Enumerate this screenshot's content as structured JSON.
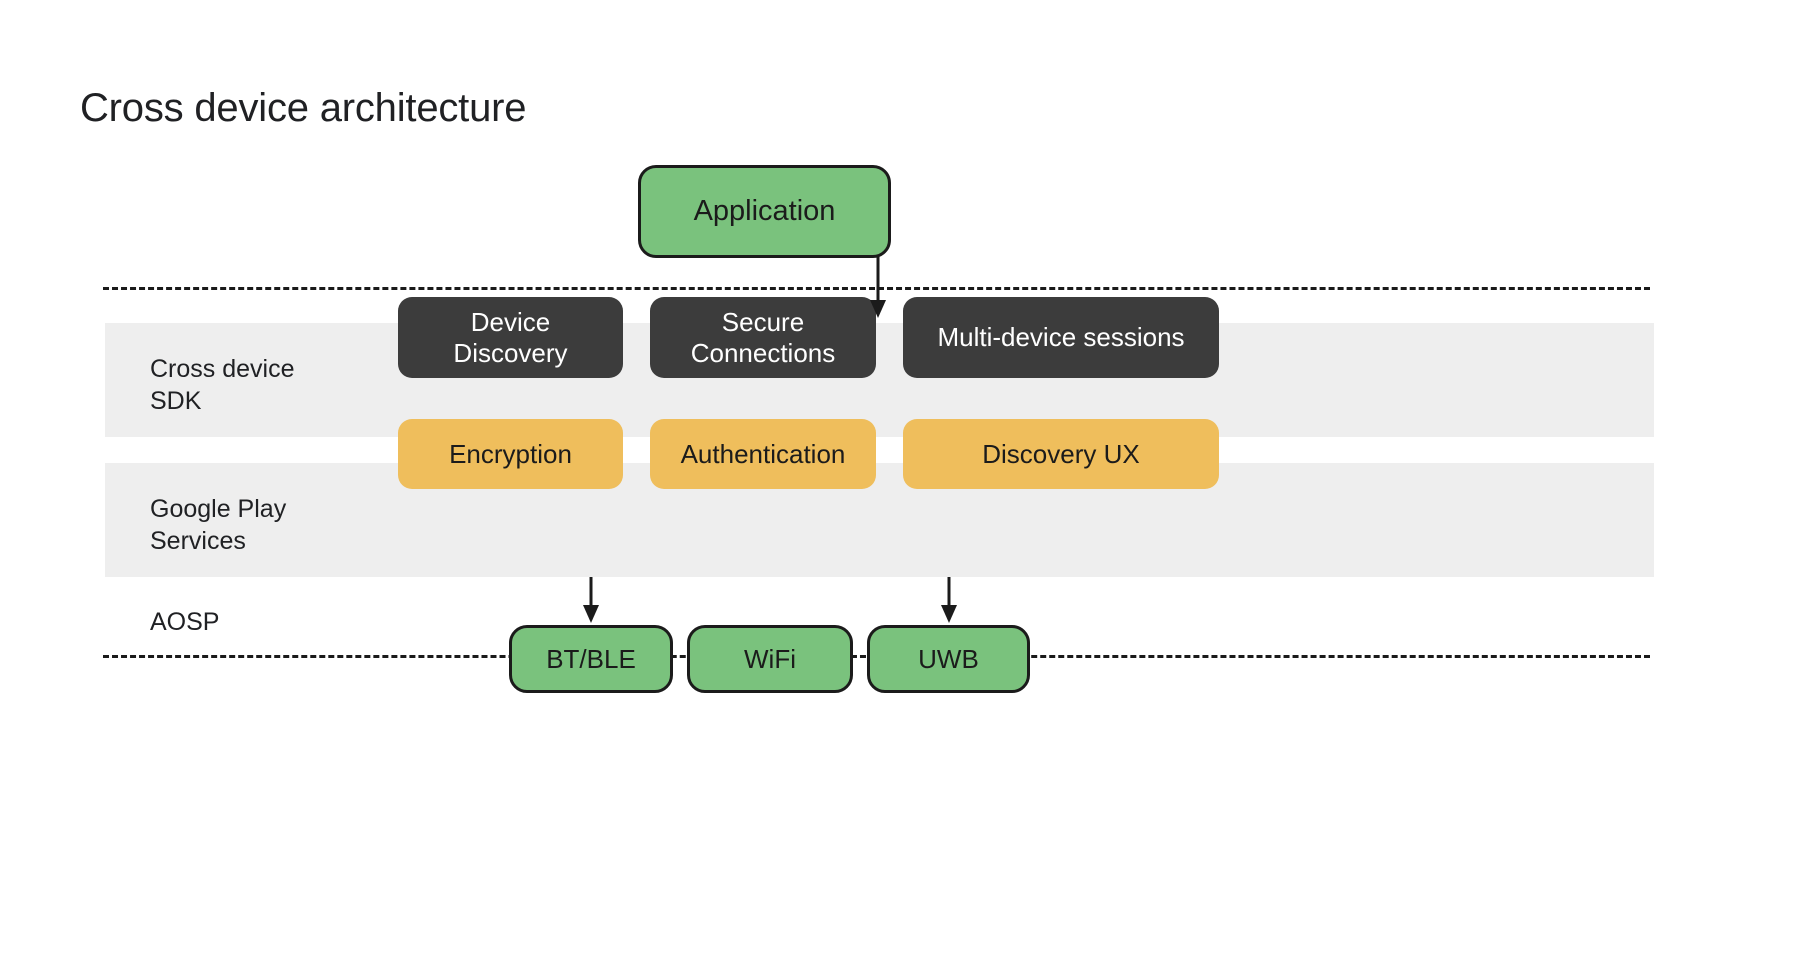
{
  "slide": {
    "title": "Cross device architecture",
    "background_color": "#ffffff"
  },
  "colors": {
    "green": "#7ac27d",
    "dark": "#3c3c3c",
    "amber": "#efbe5c",
    "band": "#eeeeee",
    "outline": "#1b1b1b",
    "text_dark": "#202124",
    "text_light": "#ffffff"
  },
  "top_node": {
    "label": "Application"
  },
  "layers": [
    {
      "name": "cross-device-sdk",
      "label": "Cross device\nSDK",
      "nodes": [
        {
          "name": "device-discovery",
          "label": "Device\nDiscovery"
        },
        {
          "name": "secure-connections",
          "label": "Secure\nConnections"
        },
        {
          "name": "multi-device-sessions",
          "label": "Multi-device sessions"
        }
      ]
    },
    {
      "name": "google-play-services",
      "label": "Google Play\nServices",
      "nodes": [
        {
          "name": "encryption",
          "label": "Encryption"
        },
        {
          "name": "authentication",
          "label": "Authentication"
        },
        {
          "name": "discovery-ux",
          "label": "Discovery UX"
        }
      ]
    },
    {
      "name": "aosp",
      "label": "AOSP",
      "nodes": []
    }
  ],
  "radio_nodes": [
    {
      "name": "bt-ble",
      "label": "BT/BLE"
    },
    {
      "name": "wifi",
      "label": "WiFi"
    },
    {
      "name": "uwb",
      "label": "UWB"
    }
  ],
  "connections": [
    {
      "name": "application-to-sdk",
      "from": "Application",
      "to": "Cross device SDK"
    },
    {
      "name": "encryption-to-bt-ble",
      "from": "Encryption",
      "to": "BT/BLE"
    },
    {
      "name": "discovery-ux-to-uwb",
      "from": "Discovery UX",
      "to": "UWB"
    }
  ]
}
